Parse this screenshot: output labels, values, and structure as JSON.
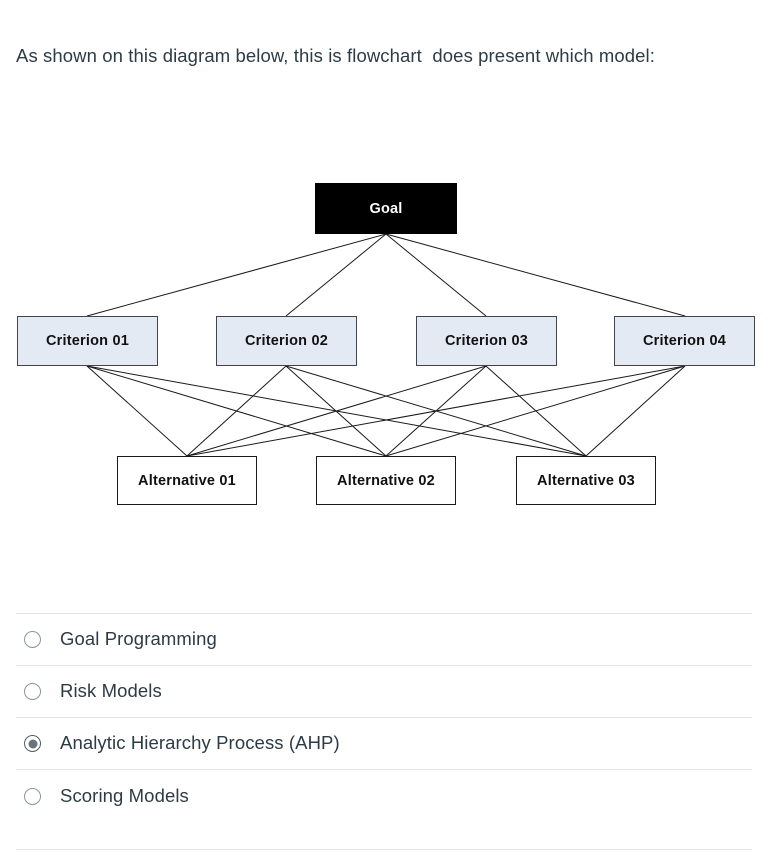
{
  "question": {
    "stem": "As shown on this diagram below, this is flowchart  does present which model:"
  },
  "diagram": {
    "goal": {
      "label": "Goal"
    },
    "criteria": [
      {
        "label": "Criterion 01"
      },
      {
        "label": "Criterion 02"
      },
      {
        "label": "Criterion 03"
      },
      {
        "label": "Criterion 04"
      }
    ],
    "alternatives": [
      {
        "label": "Alternative 01"
      },
      {
        "label": "Alternative 02"
      },
      {
        "label": "Alternative 03"
      }
    ],
    "colors": {
      "goal_fill": "#000000",
      "goal_text": "#ffffff",
      "criterion_fill": "#e4eaf4",
      "criterion_border": "#40454b",
      "alternative_fill": "#ffffff",
      "alternative_border": "#1a1a1a",
      "edge": "#1a1a1a"
    }
  },
  "answers": {
    "options": [
      {
        "label": "Goal Programming",
        "selected": false
      },
      {
        "label": "Risk Models",
        "selected": false
      },
      {
        "label": "Analytic Hierarchy Process (AHP)",
        "selected": true
      },
      {
        "label": "Scoring Models",
        "selected": false
      }
    ]
  }
}
